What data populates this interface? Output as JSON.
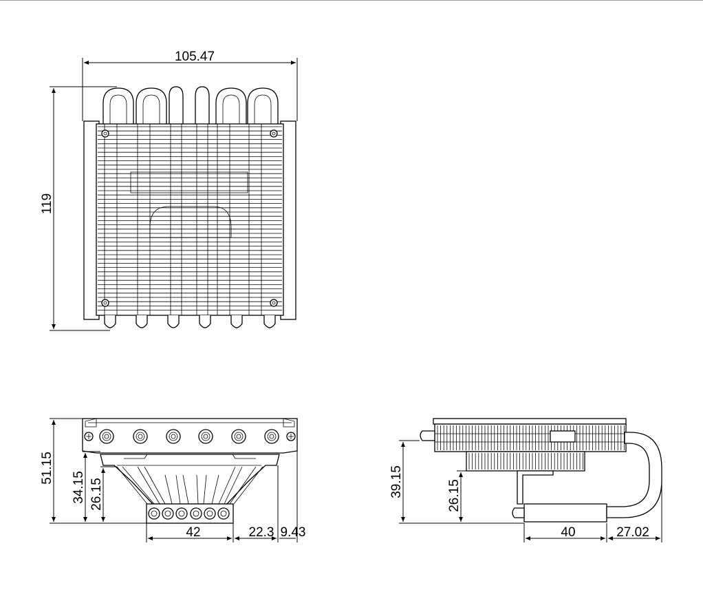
{
  "colors": {
    "line": "#000000",
    "background": "#ffffff",
    "border": "#9a9a9a"
  },
  "top_view": {
    "width_dim": "105.47",
    "height_dim": "119"
  },
  "front_view": {
    "height_total": "51.15",
    "height_mid": "34.15",
    "height_base": "26.15",
    "base_width": "42",
    "offset_a": "22.3",
    "offset_b": "9.43"
  },
  "side_view": {
    "height_total": "39.15",
    "height_base": "26.15",
    "base_width": "40",
    "pipe_offset": "27.02"
  }
}
